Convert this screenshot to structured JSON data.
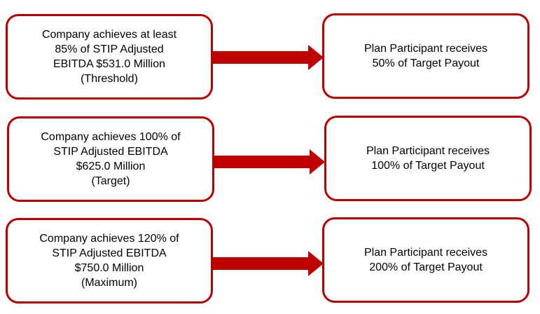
{
  "colors": {
    "border": "#c00000",
    "arrow": "#c00000"
  },
  "rows": [
    {
      "condition": [
        "Company achieves at least",
        "85% of STIP Adjusted",
        "EBITDA $531.0 Million",
        "(Threshold)"
      ],
      "outcome": [
        "Plan Participant receives",
        "50% of Target Payout"
      ]
    },
    {
      "condition": [
        "Company achieves 100% of",
        "STIP Adjusted EBITDA",
        "$625.0 Million",
        "(Target)"
      ],
      "outcome": [
        "Plan Participant receives",
        "100% of Target Payout"
      ]
    },
    {
      "condition": [
        "Company achieves 120% of",
        "STIP Adjusted EBITDA",
        "$750.0 Million",
        "(Maximum)"
      ],
      "outcome": [
        "Plan Participant receives",
        "200% of Target Payout"
      ]
    }
  ]
}
